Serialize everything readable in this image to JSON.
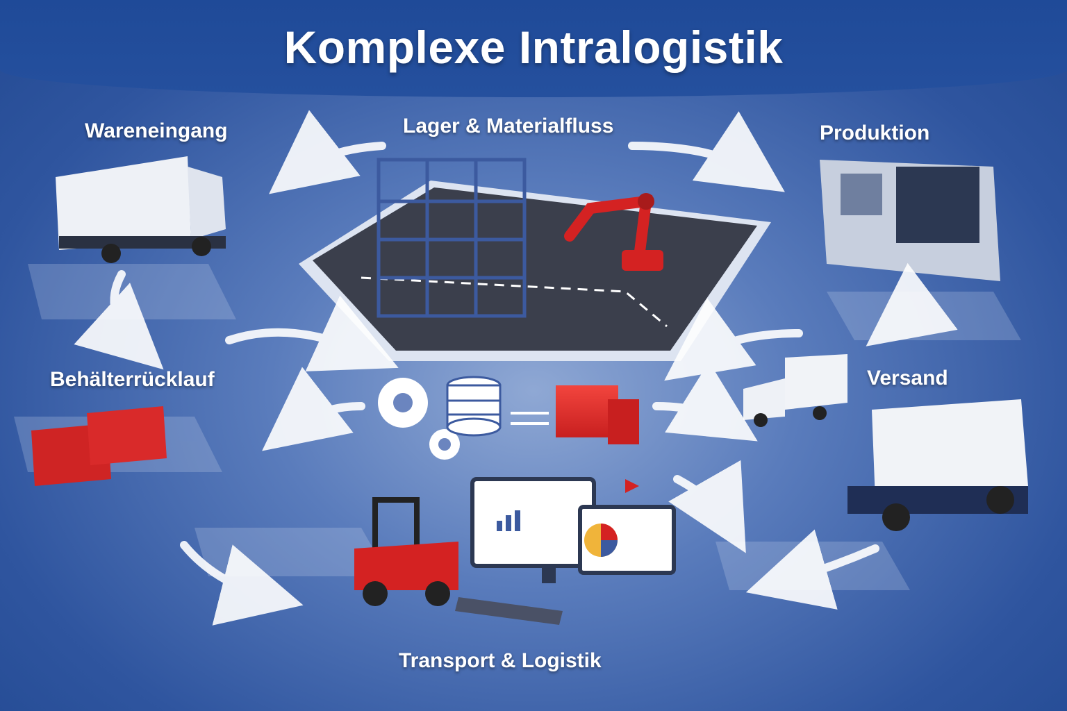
{
  "title": "Komplexe Intralogistik",
  "stations": {
    "wareneingang": "Wareneingang",
    "lager": "Lager & Materialfluss",
    "produktion": "Produktion",
    "behaelter": "Behälterrücklauf",
    "versand": "Versand",
    "transport": "Transport & Logistik"
  },
  "colors": {
    "background": "#2f559f",
    "accent_red": "#e02b2b",
    "truck_white": "#f1f3f7",
    "text": "#ffffff"
  },
  "icons": [
    "gear-icon",
    "database-icon",
    "boxes-icon",
    "bar-chart-icon",
    "pie-chart-icon",
    "flag-icon"
  ]
}
